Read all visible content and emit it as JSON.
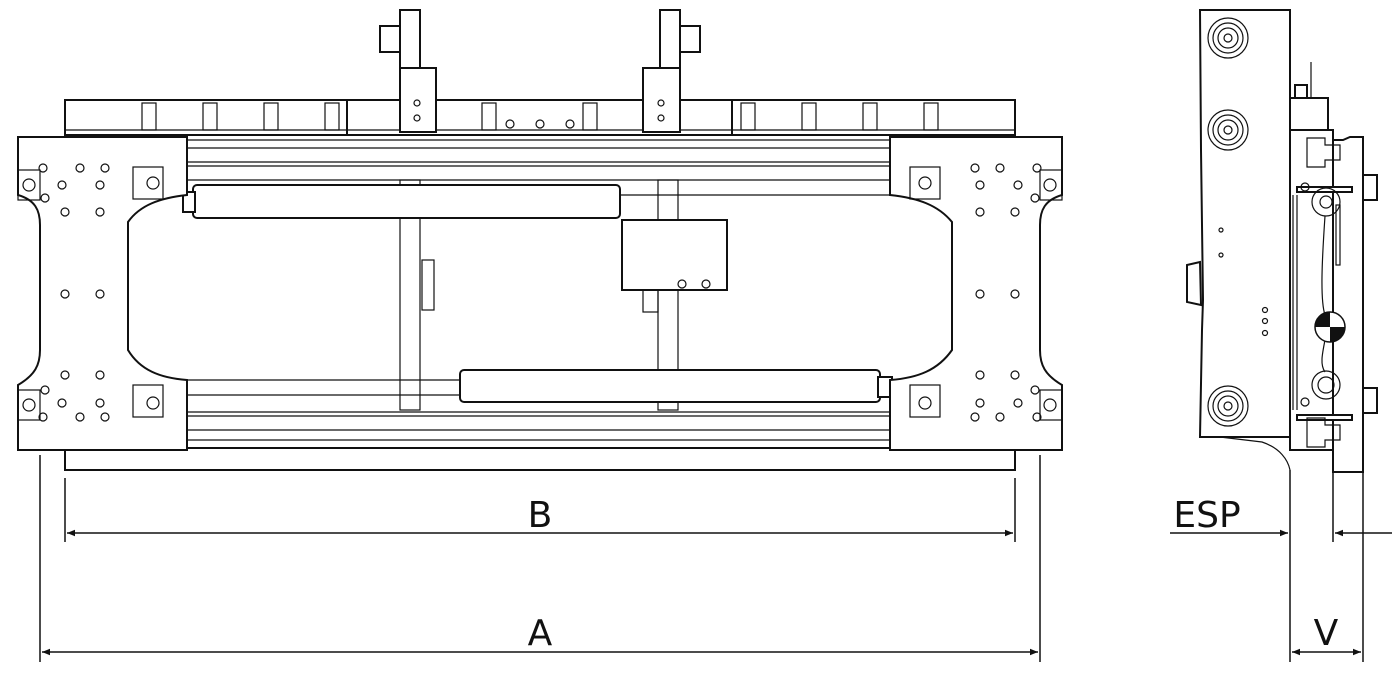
{
  "dimensions": {
    "b_label": "B",
    "a_label": "A",
    "esp_label": "ESP",
    "v_label": "V"
  },
  "colors": {
    "line": "#111111",
    "background": "#ffffff"
  }
}
